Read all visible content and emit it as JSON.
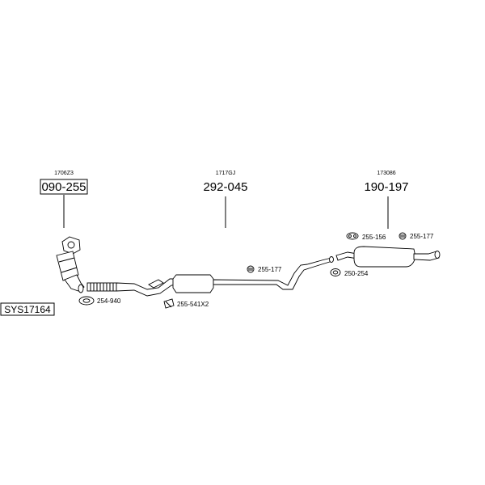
{
  "system_code": "SYS17164",
  "callouts": [
    {
      "id": "front",
      "small_code": "1706Z3",
      "part_number": "090-255",
      "boxed": true
    },
    {
      "id": "middle",
      "small_code": "1717GJ",
      "part_number": "292-045",
      "boxed": false
    },
    {
      "id": "rear",
      "small_code": "173086",
      "part_number": "190-197",
      "boxed": false
    }
  ],
  "accessories": [
    {
      "id": "gasket-254-940",
      "label": "254-940",
      "icon": "gasket-ring-icon"
    },
    {
      "id": "clamp-255-541x2",
      "label": "255-541X2",
      "icon": "clamp-icon"
    },
    {
      "id": "hanger-255-177-mid",
      "label": "255-177",
      "icon": "rubber-hanger-icon"
    },
    {
      "id": "hanger-255-156",
      "label": "255-156",
      "icon": "rubber-hanger-icon"
    },
    {
      "id": "hanger-255-177-rear",
      "label": "255-177",
      "icon": "rubber-hanger-icon"
    },
    {
      "id": "gasket-250-254",
      "label": "250-254",
      "icon": "gasket-ring-icon"
    }
  ]
}
